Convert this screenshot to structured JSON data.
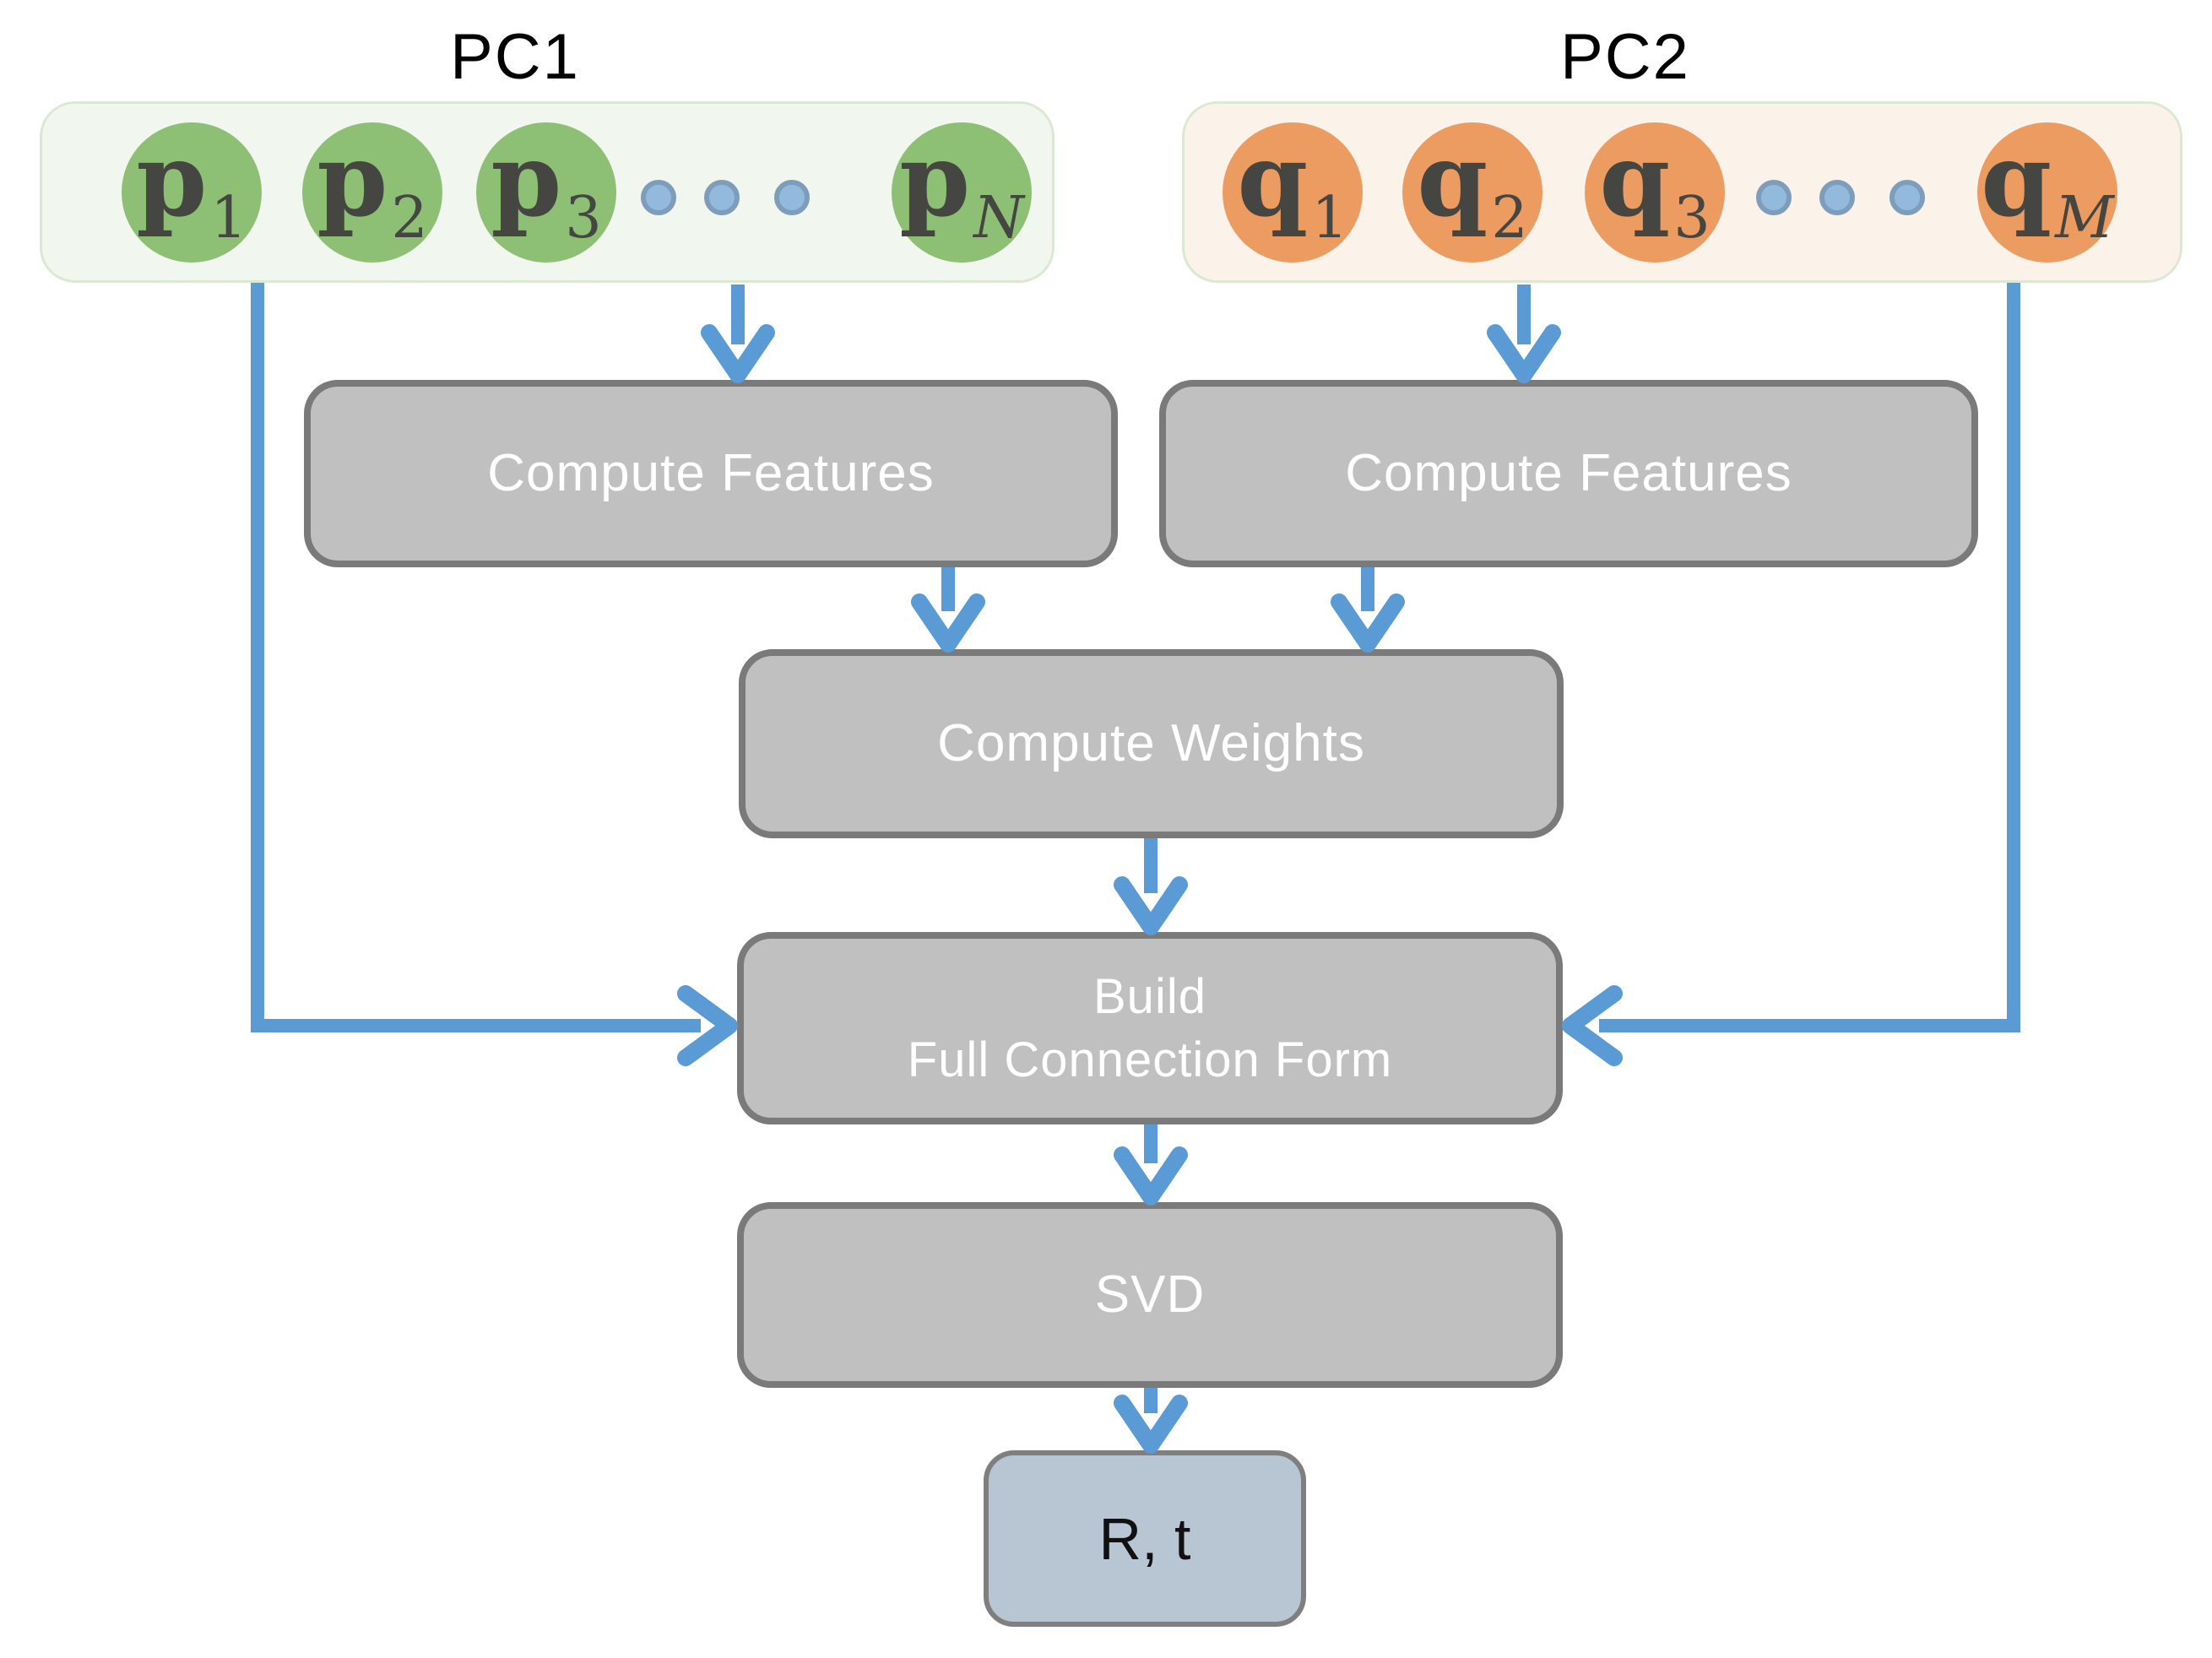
{
  "diagram": {
    "pc1": {
      "label": "PC1",
      "nodes": [
        {
          "base": "p",
          "sub": "1"
        },
        {
          "base": "p",
          "sub": "2"
        },
        {
          "base": "p",
          "sub": "3"
        },
        {
          "base": "p",
          "sub": "N"
        }
      ]
    },
    "pc2": {
      "label": "PC2",
      "nodes": [
        {
          "base": "q",
          "sub": "1"
        },
        {
          "base": "q",
          "sub": "2"
        },
        {
          "base": "q",
          "sub": "3"
        },
        {
          "base": "q",
          "sub": "M"
        }
      ]
    },
    "process_boxes": {
      "compute_features_left": {
        "label": "Compute Features"
      },
      "compute_features_right": {
        "label": "Compute Features"
      },
      "compute_weights": {
        "label": "Compute Weights"
      },
      "build_full_connection": {
        "line1": "Build",
        "line2": "Full Connection Form"
      },
      "svd": {
        "label": "SVD"
      },
      "result": {
        "label": "R, t"
      }
    },
    "colors": {
      "arrow": "#5B9BD5",
      "dot_fill": "#93BADC",
      "dot_ring": "#7E9DBB",
      "pc1_node": "#8DBF75",
      "pc1_fill": "#F1F6EE",
      "pc1_border": "#DCE9D2",
      "pc2_node": "#EC9C61",
      "pc2_fill": "#FBF2EA",
      "pc2_border": "#DCE9D2",
      "process_fill": "#C0C0C0",
      "process_border": "#7A7A7A",
      "process_text": "#FFFFFF",
      "result_fill": "#B8C5D3",
      "result_border": "#7F7F7F",
      "node_text": "#454541",
      "label_text": "#000000"
    }
  }
}
